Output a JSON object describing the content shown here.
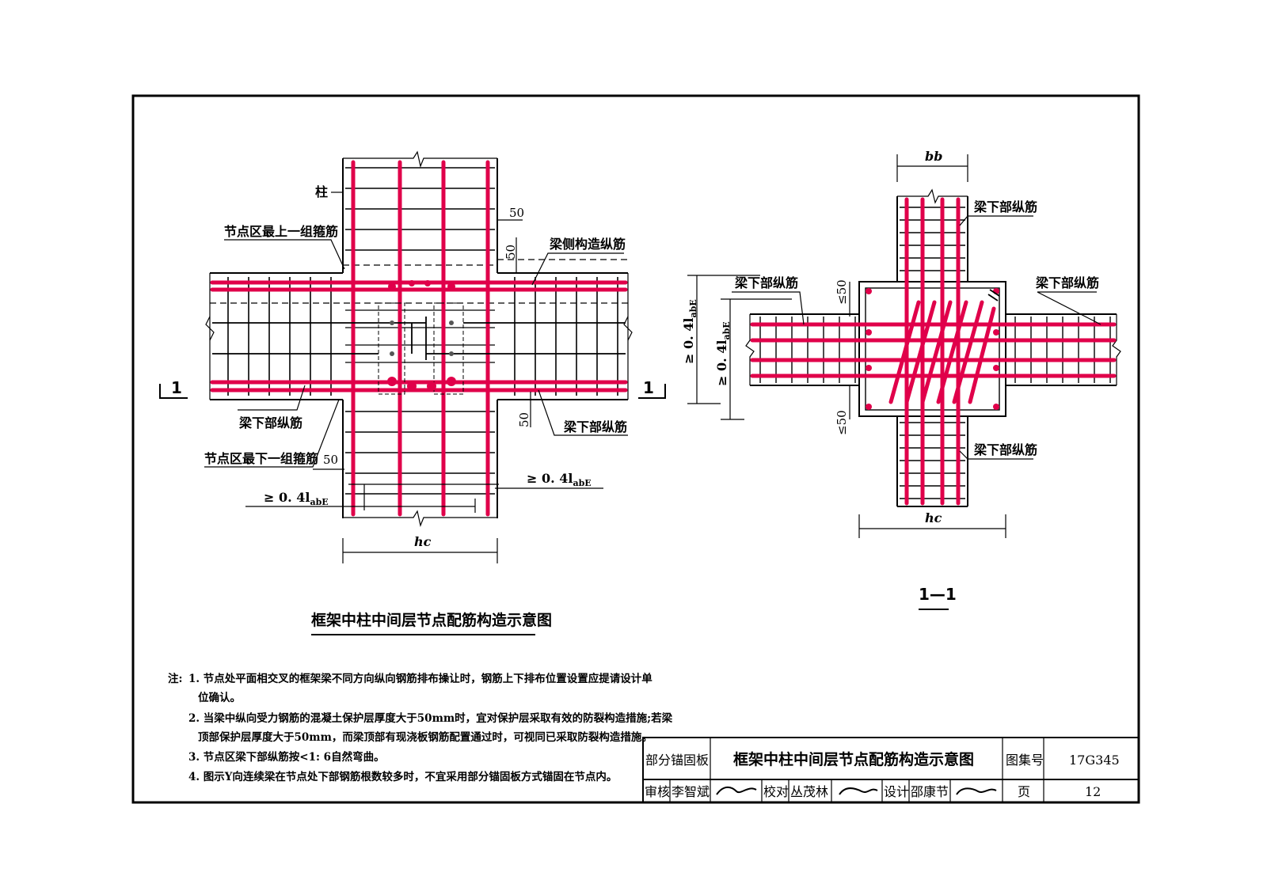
{
  "elevation": {
    "labels": {
      "column": "柱",
      "top_stirrup": "节点区最上一组箍筋",
      "side_bar": "梁侧构造纵筋",
      "bottom_bar_left": "梁下部纵筋",
      "bottom_bar_right": "梁下部纵筋",
      "bottom_stirrup": "节点区最下一组箍筋"
    },
    "dims": {
      "d50_top": "50",
      "d50_top2": "50",
      "d50_bottom": "50",
      "d50_lower": "50",
      "anchor_left": "≥ 0. 4l",
      "anchor_left_sub": "abE",
      "anchor_right": "≥ 0. 4l",
      "anchor_right_sub": "abE",
      "hc": "hc"
    },
    "section_mark_left": "1",
    "section_mark_right": "1",
    "title": "框架中柱中间层节点配筋构造示意图"
  },
  "section": {
    "labels": {
      "top": "梁下部纵筋",
      "left": "梁下部纵筋",
      "right": "梁下部纵筋",
      "bottom": "梁下部纵筋"
    },
    "dims": {
      "bb": "bb",
      "hc": "hc",
      "le50_top": "≤50",
      "le50_bottom": "≤50",
      "anchor_outer": "≥ 0. 4l",
      "anchor_outer_sub": "abE",
      "anchor_inner": "≥ 0. 4l",
      "anchor_inner_sub": "abE"
    },
    "title": "1—1"
  },
  "notes": {
    "prefix": "注:",
    "items": [
      "1. 节点处平面相交叉的框架梁不同方向纵向钢筋排布操让时，钢筋上下排布位置设置应提请设计单",
      "位确认。",
      "2. 当梁中纵向受力钢筋的混凝土保护层厚度大于50mm时，宜对保护层采取有效的防裂构造措施;若梁",
      "顶部保护层厚度大于50mm，而梁顶部有现浇板钢筋配置通过时，可视同已采取防裂构造措施。",
      "3. 节点区梁下部纵筋按<1: 6自然弯曲。",
      "4. 图示Y向连续梁在节点处下部钢筋根数较多时，不宜采用部分锚固板方式锚固在节点内。"
    ]
  },
  "title_block": {
    "category": "部分锚固板",
    "drawing_title": "框架中柱中间层节点配筋构造示意图",
    "atlas_label": "图集号",
    "atlas_no": "17G345",
    "review_label": "审核",
    "reviewer": "李智斌",
    "check_label": "校对",
    "checker": "丛茂林",
    "design_label": "设计",
    "designer": "邵康节",
    "page_label": "页",
    "page_no": "12"
  }
}
